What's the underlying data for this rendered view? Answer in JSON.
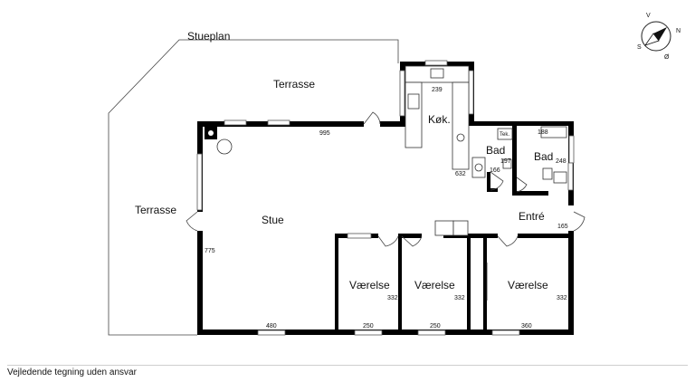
{
  "plan": {
    "title": "Stueplan",
    "footer": "Vejledende tegning uden ansvar"
  },
  "compass": {
    "letters": [
      "N",
      "Ø",
      "S",
      "V"
    ]
  },
  "rooms": {
    "terrasse_top": "Terrasse",
    "terrasse_left": "Terrasse",
    "stue": "Stue",
    "kok": "Køk.",
    "bad_1": "Bad",
    "bad_2": "Bad",
    "entre": "Entré",
    "vaerelse_1": "Værelse",
    "vaerelse_2": "Værelse",
    "vaerelse_3": "Værelse"
  },
  "dimensions": {
    "stue_top": "995",
    "kok_top": "239",
    "kok_side": "632",
    "bad1_top": "188",
    "bad1_side": "197",
    "bad1_bottom": "166",
    "bad2_side": "248",
    "entre_side": "165",
    "stue_side": "775",
    "stue_bottom": "480",
    "v1_bottom": "250",
    "v2_bottom": "250",
    "v3_bottom": "360",
    "v1_side": "332",
    "v2_side": "332",
    "v3_side": "332"
  },
  "labels": {
    "tek": "Tek."
  }
}
